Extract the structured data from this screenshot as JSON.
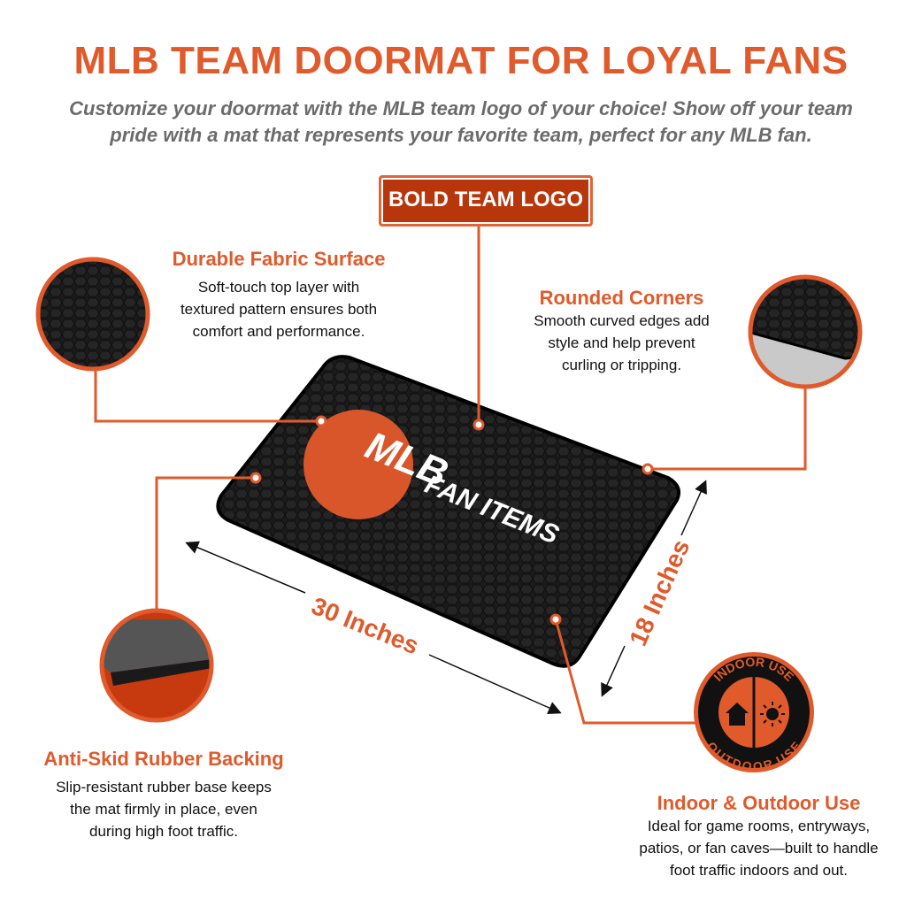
{
  "title": "MLB TEAM DOORMAT FOR LOYAL FANS",
  "subtitle_line1": "Customize your doormat with the MLB team logo of your choice! Show off  your team",
  "subtitle_line2": "pride with a mat that represents your favorite team, perfect for any MLB fan.",
  "callout_logo": "BOLD TEAM LOGO",
  "features": {
    "fabric": {
      "heading": "Durable Fabric Surface",
      "lines": [
        "Soft-touch top layer with",
        "textured pattern ensures both",
        "comfort and performance."
      ]
    },
    "corners": {
      "heading": "Rounded Corners",
      "lines": [
        "Smooth curved edges add",
        "style and help prevent",
        "curling or tripping."
      ]
    },
    "backing": {
      "heading": "Anti-Skid Rubber Backing",
      "lines": [
        "Slip-resistant rubber base keeps",
        "the mat firmly in place, even",
        "during high foot traffic."
      ]
    },
    "indoor": {
      "heading": "Indoor & Outdoor Use",
      "lines": [
        "Ideal for game rooms, entryways,",
        "patios, or fan caves—built to handle",
        "foot traffic indoors and out."
      ]
    }
  },
  "dimensions": {
    "width": "30 Inches",
    "height": "18 Inches"
  },
  "mat_logo": {
    "brand": "MLB",
    "tagline": "FAN ITEMS"
  },
  "badge": {
    "top": "INDOOR USE",
    "bottom": "OUTDOOR USE",
    "icons": [
      "house-icon",
      "sun-icon"
    ]
  },
  "colors": {
    "accent": "#e05a2b",
    "box": "#b8360c",
    "mat": "#1a1a1a"
  }
}
